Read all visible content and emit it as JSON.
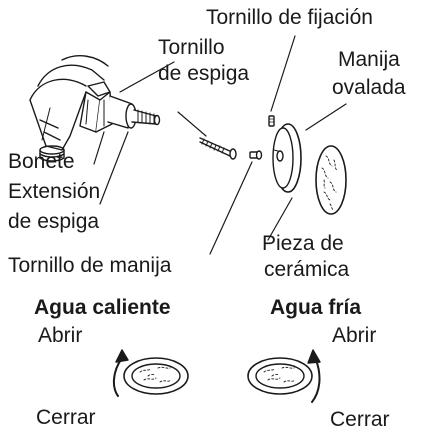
{
  "labels": {
    "set_screw": "Tornillo de fijación",
    "stem_screw_l1": "Tornillo",
    "stem_screw_l2": "de espiga",
    "oval_handle_l1": "Manija",
    "oval_handle_l2": "ovalada",
    "bonnet": "Bonete",
    "stem_extension_l1": "Extensión",
    "stem_extension_l2": "de espiga",
    "ceramic_piece_l1": "Pieza de",
    "ceramic_piece_l2": "cerámica",
    "handle_screw": "Tornillo de manija"
  },
  "hot": {
    "title": "Agua caliente",
    "open": "Abrir",
    "close": "Cerrar"
  },
  "cold": {
    "title": "Agua fría",
    "open": "Abrir",
    "close": "Cerrar"
  },
  "colors": {
    "line": "#1a1a1a",
    "fill": "#ffffff",
    "shade": "#d8d8d8"
  }
}
